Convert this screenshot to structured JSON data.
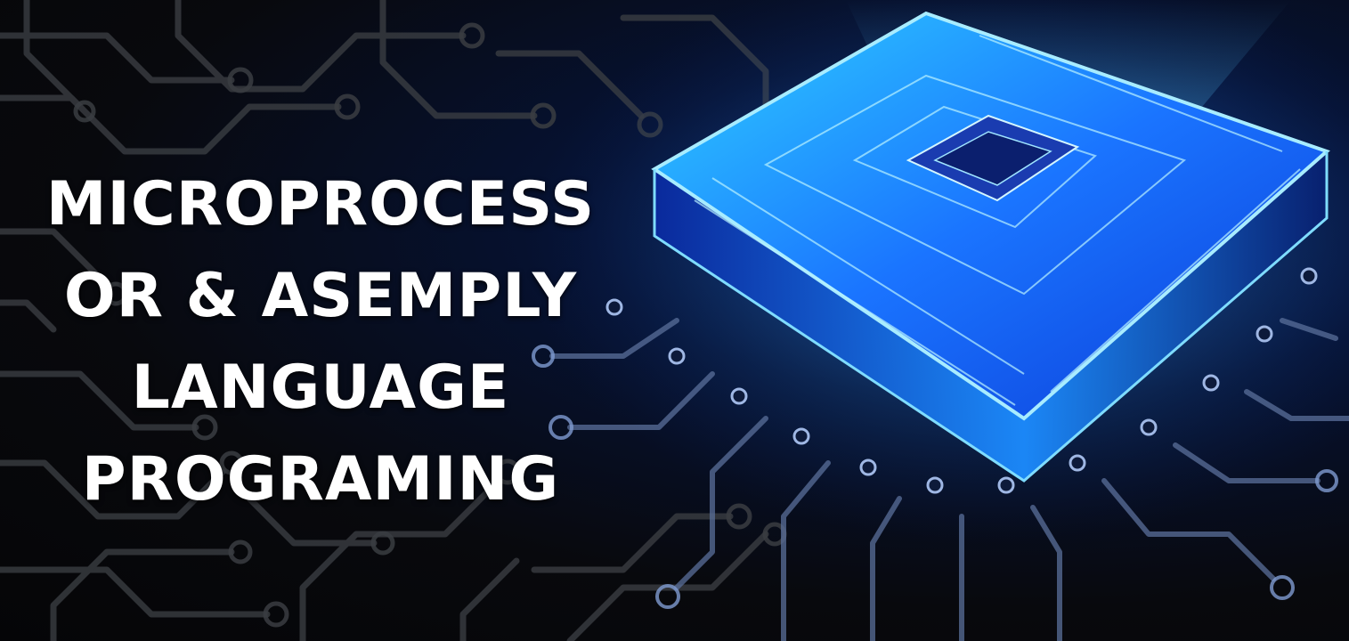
{
  "headline": {
    "lines": [
      "MICROPROCESS",
      "OR & ASEMPLY",
      "LANGUAGE",
      "PROGRAMING"
    ]
  },
  "colors": {
    "background": "#07080b",
    "trace_gray": "#3a3d42",
    "chip_glow": "#35c8ff",
    "chip_blue": "#1460ff",
    "text": "#ffffff"
  },
  "icons": [
    "circuit-board-icon",
    "microchip-icon"
  ]
}
